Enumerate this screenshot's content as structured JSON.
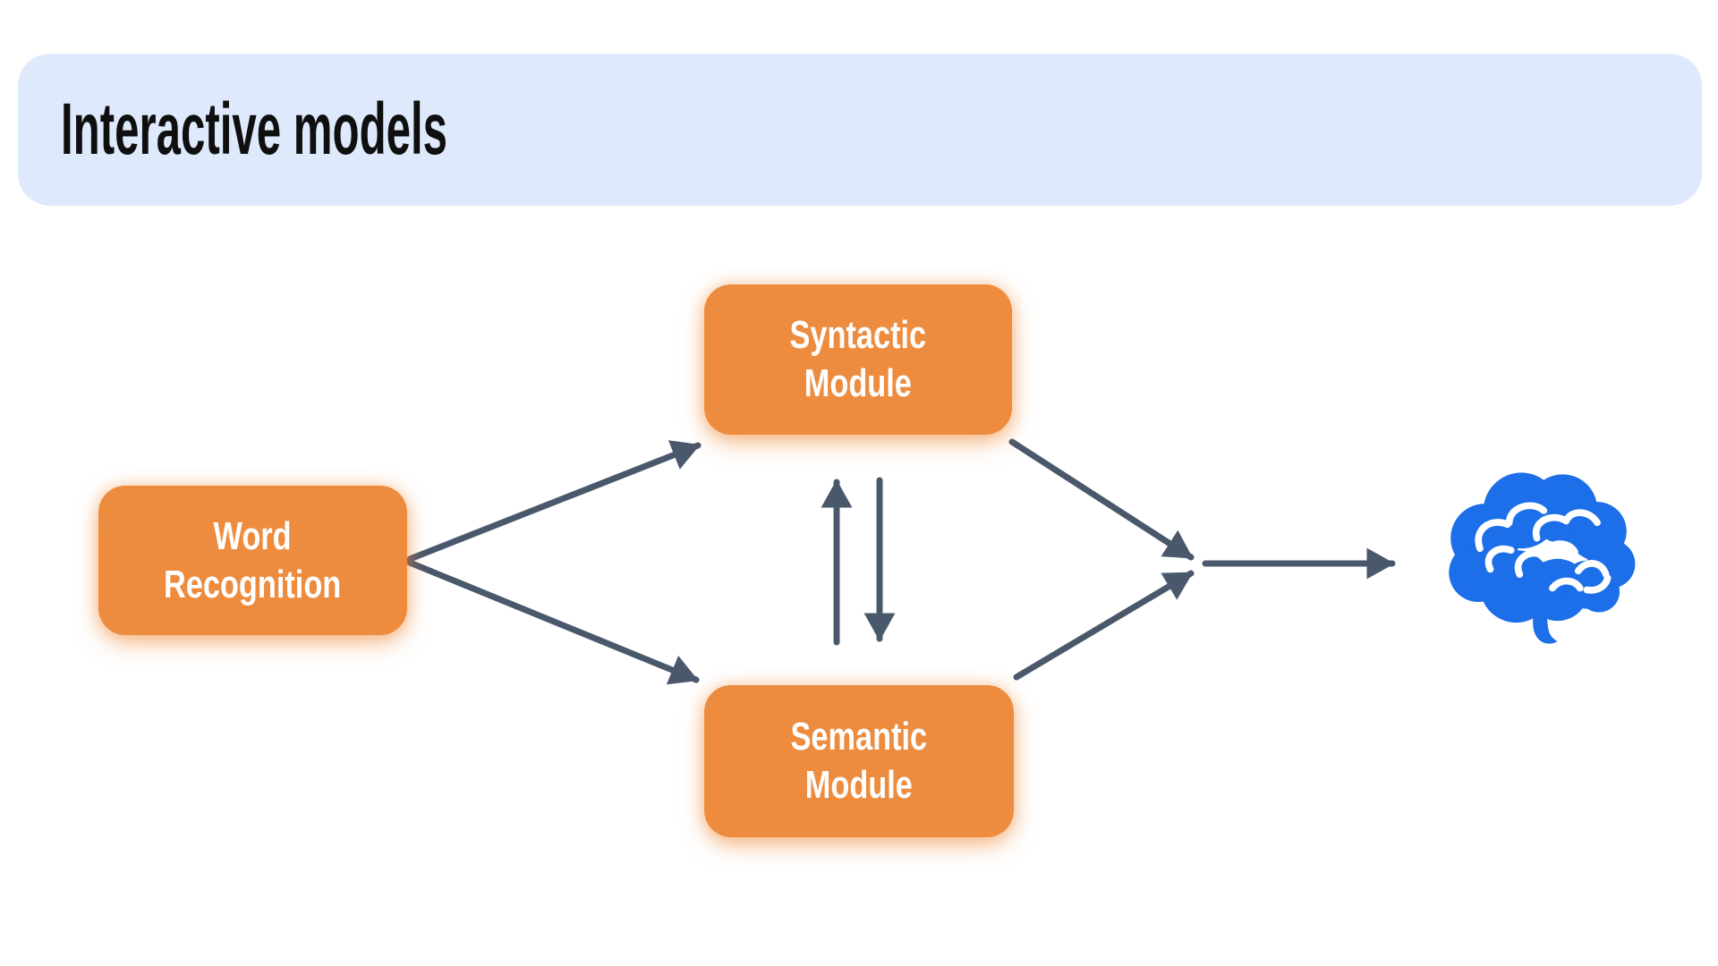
{
  "colors": {
    "page_bg": "#ffffff",
    "header_bg": "#DEEAFB",
    "title_text": "#0f0f0f",
    "node_fill": "#ED8C3E",
    "node_text": "#ffffff",
    "arrow": "#4A586C",
    "brain": "#1C6FE8"
  },
  "header": {
    "title": "Interactive models"
  },
  "diagram": {
    "nodes": {
      "word_recognition": {
        "line1": "Word",
        "line2": "Recognition"
      },
      "syntactic": {
        "line1": "Syntactic",
        "line2": "Module"
      },
      "semantic": {
        "line1": "Semantic",
        "line2": "Module"
      }
    },
    "icons": {
      "brain": "brain-icon"
    },
    "edges": [
      {
        "from": "Word Recognition",
        "to": "Syntactic Module",
        "type": "arrow"
      },
      {
        "from": "Word Recognition",
        "to": "Semantic Module",
        "type": "arrow"
      },
      {
        "from": "Semantic Module",
        "to": "Syntactic Module",
        "type": "arrow"
      },
      {
        "from": "Syntactic Module",
        "to": "Semantic Module",
        "type": "arrow"
      },
      {
        "from": "Syntactic Module",
        "to": "merge-point",
        "type": "arrow"
      },
      {
        "from": "Semantic Module",
        "to": "merge-point",
        "type": "arrow"
      },
      {
        "from": "merge-point",
        "to": "brain-icon",
        "type": "arrow"
      }
    ]
  }
}
